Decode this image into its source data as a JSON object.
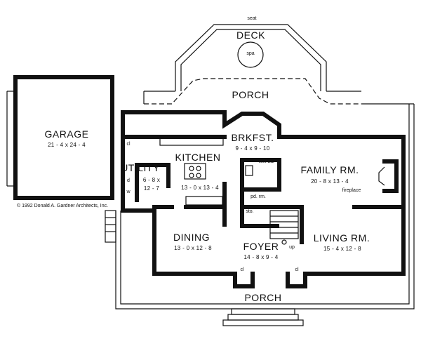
{
  "rooms": {
    "seat": "seat",
    "deck": "DECK",
    "spa": "spa",
    "porch_rear": "PORCH",
    "garage": "GARAGE",
    "garage_dim": "21 - 4 x 24 - 4",
    "brkfst": "BRKFST.",
    "brkfst_dim": "9 - 4 x 9 - 10",
    "kitchen": "KITCHEN",
    "kitchen_dim": "13 - 0 x 13 - 4",
    "utility": "UTILITY",
    "utility_dim_a": "6 - 8 x",
    "utility_dim_b": "12 - 7",
    "wet_bar": "wet bar",
    "family": "FAMILY RM.",
    "family_dim": "20 - 8 x 13 - 4",
    "fireplace": "fireplace",
    "pd_rm": "pd. rm.",
    "sto": "sto.",
    "up": "up",
    "dining": "DINING",
    "dining_dim": "13 - 0 x 12 - 8",
    "foyer": "FOYER",
    "foyer_dim": "14 - 8 x 9 - 4",
    "living": "LIVING RM.",
    "living_dim": "15 - 4 x 12 - 8",
    "porch_front": "PORCH",
    "cl": "cl",
    "d": "d",
    "w": "w"
  },
  "copyright": "© 1992 Donald A. Gardner Architects, Inc."
}
